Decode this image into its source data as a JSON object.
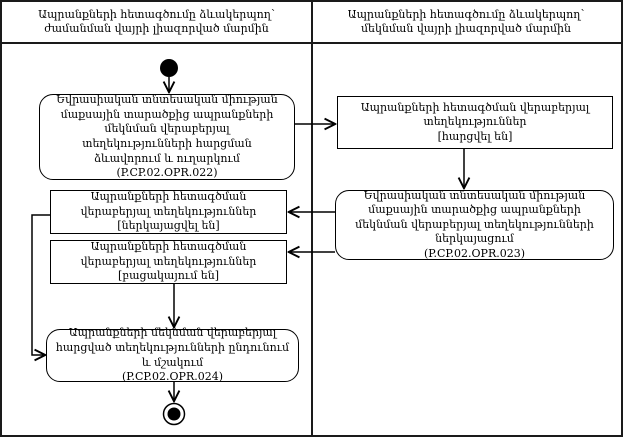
{
  "lanes": {
    "left": {
      "title": "Ապրանքների հետագծումը ձևակերպող՝ ժամանման վայրի լիազորված մարմին"
    },
    "right": {
      "title": "Ապրանքների հետագծումը ձևակերպող՝ մեկնման վայրի լիազորված մարմին"
    }
  },
  "nodes": {
    "request_formation": {
      "text": "Եվրասիական տնտեսական միության մաքսային տարածքից ապրանքների մեկնման վերաբերյալ տեղեկությունների հարցման ձևավորում և ուղարկում",
      "code": "(P.CP.02.OPR.022)"
    },
    "info_requested": {
      "text": "Ապրանքների հետագծման վերաբերյալ տեղեկություններ",
      "state": "[հարցվել են]"
    },
    "info_presentation": {
      "text": "Եվրասիական տնտեսական միության մաքսային տարածքից ապրանքների մեկնման վերաբերյալ տեղեկությունների ներկայացում",
      "code": "(P.CP.02.OPR.023)"
    },
    "info_presented": {
      "text": "Ապրանքների հետագծման վերաբերյալ տեղեկություններ",
      "state": "[ներկայացվել են]"
    },
    "info_absent": {
      "text": "Ապրանքների հետագծման վերաբերյալ տեղեկություններ",
      "state": "[բացակայում են]"
    },
    "info_processing": {
      "text": "Ապրանքների մեկնման վերաբերյալ հարցված տեղեկությունների ընդունում և մշակում",
      "code": "(P.CP.02.OPR.024)"
    }
  },
  "colors": {
    "line": "#000000",
    "node_background": "#ffffff",
    "page_background": "#ffffff"
  }
}
